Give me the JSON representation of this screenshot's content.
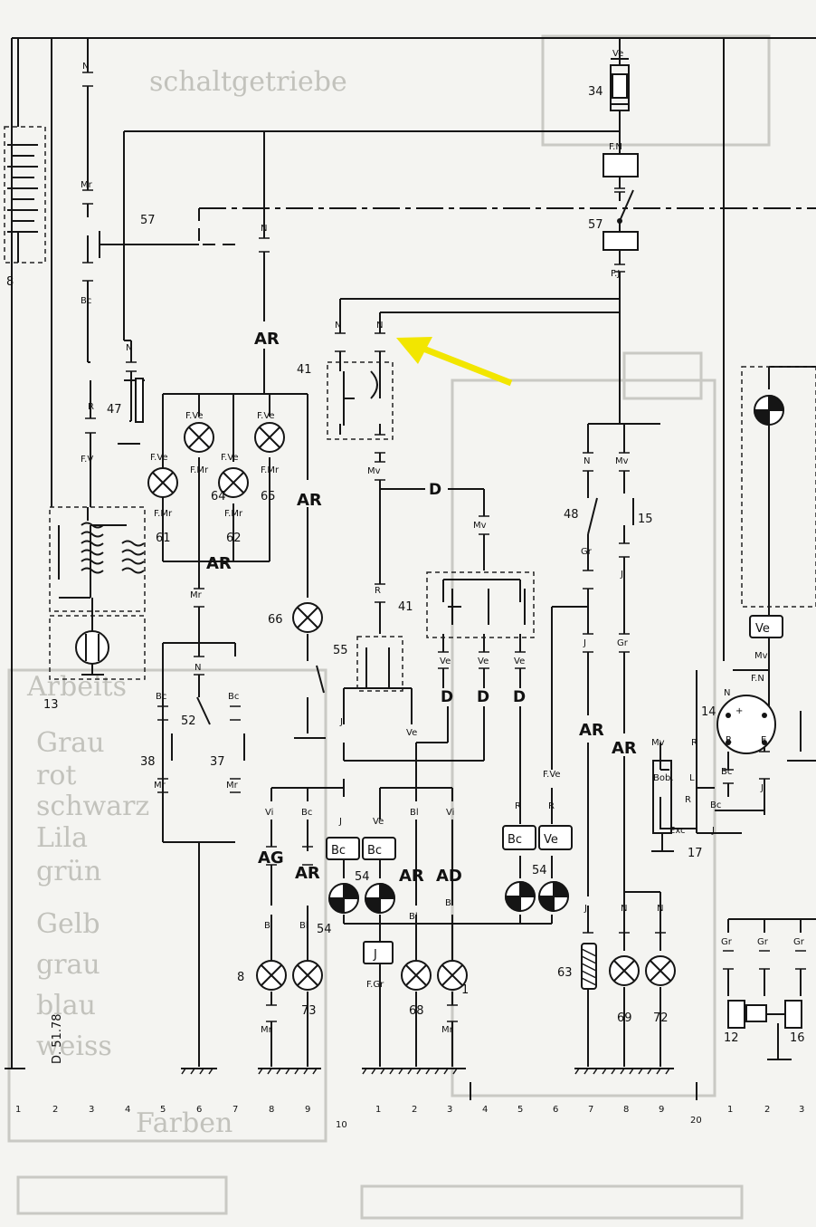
{
  "stamp": "D. 51.78",
  "arrow_color": "#f2e600",
  "ground_numbers": [
    "1",
    "2",
    "3",
    "4",
    "5",
    "6",
    "7",
    "8",
    "9",
    "10",
    "1",
    "2",
    "3",
    "4",
    "5",
    "6",
    "7",
    "8",
    "9",
    "20",
    "1",
    "2",
    "3"
  ],
  "components": {
    "c8_left": "8",
    "c13": "13",
    "c47": "47",
    "c57_left": "57",
    "c34": "34",
    "c57_right": "57",
    "c41_top": "41",
    "c41_mid": "41",
    "c55": "55",
    "c64": "64",
    "c65": "65",
    "c61": "61",
    "c62": "62",
    "c66": "66",
    "c52": "52",
    "c38": "38",
    "c37": "37",
    "c8_lamp": "8",
    "c73": "73",
    "c54a": "54",
    "c54b": "54",
    "c54c": "54",
    "c68": "68",
    "c1": "1",
    "c48": "48",
    "c15": "15",
    "c63": "63",
    "c69": "69",
    "c72": "72",
    "c14": "14",
    "c17": "17",
    "c12": "12",
    "c16": "16"
  },
  "wire_codes": {
    "N": "N",
    "Mr": "Mr",
    "Bc": "Bc",
    "R": "R",
    "FV": "F.V",
    "Ve": "Ve",
    "FN": "F.N",
    "FJ": "F.J",
    "AR": "AR",
    "FVe": "F.Ve",
    "FMr": "F.Mr",
    "Mv": "Mv",
    "D": "D",
    "J": "J",
    "Vi": "Vi",
    "AG": "AG",
    "Bl": "Bl",
    "AD": "AD",
    "FGr": "F.Gr",
    "Gr": "Gr",
    "Bob": "Bob.",
    "L": "L",
    "E": "E",
    "Exc": "Exc",
    "plus": "+"
  },
  "lamp_letters": {
    "Bc": "Bc",
    "Ve": "Ve",
    "J": "J"
  },
  "ghost_text": {
    "top": "schaltgetriebe",
    "legend": [
      "Arbeits",
      "Grau",
      "rot",
      "schwarz",
      "Lila",
      "grün",
      "Gelb",
      "grau",
      "blau",
      "weiss"
    ],
    "bottom": "Farben"
  }
}
